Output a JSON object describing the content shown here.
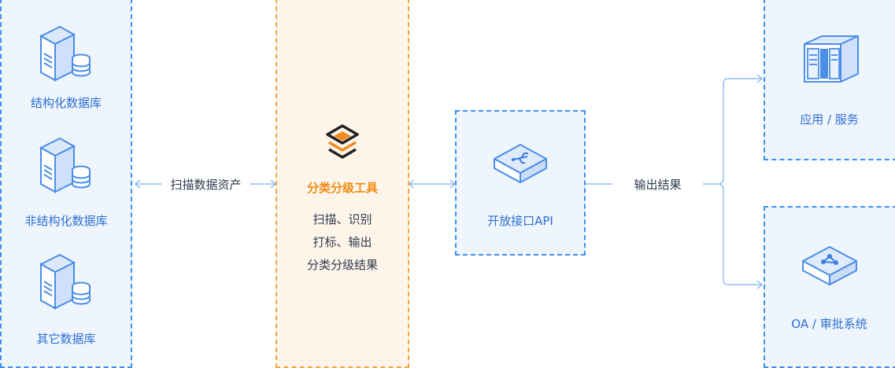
{
  "sources": {
    "items": [
      {
        "label": "结构化数据库",
        "icon": "server-database-icon"
      },
      {
        "label": "非结构化数据库",
        "icon": "server-database-icon"
      },
      {
        "label": "其它数据库",
        "icon": "server-database-icon"
      }
    ]
  },
  "connector_scan": "扫描数据资产",
  "tool": {
    "title": "分类分级工具",
    "lines": [
      "扫描、识别",
      "打标、输出",
      "分类分级结果"
    ],
    "icon": "layers-icon"
  },
  "api": {
    "label": "开放接口API",
    "icon": "usb-plug-icon"
  },
  "connector_output": "输出结果",
  "targets": {
    "app": {
      "label": "应用 / 服务",
      "icon": "server-rack-icon"
    },
    "oa": {
      "label": "OA / 审批系统",
      "icon": "share-nodes-icon"
    }
  },
  "colors": {
    "blue": "#3d8ff0",
    "orange": "#f6a441",
    "panel_blue": "#eef5fd",
    "panel_orange": "#fef5ea"
  }
}
